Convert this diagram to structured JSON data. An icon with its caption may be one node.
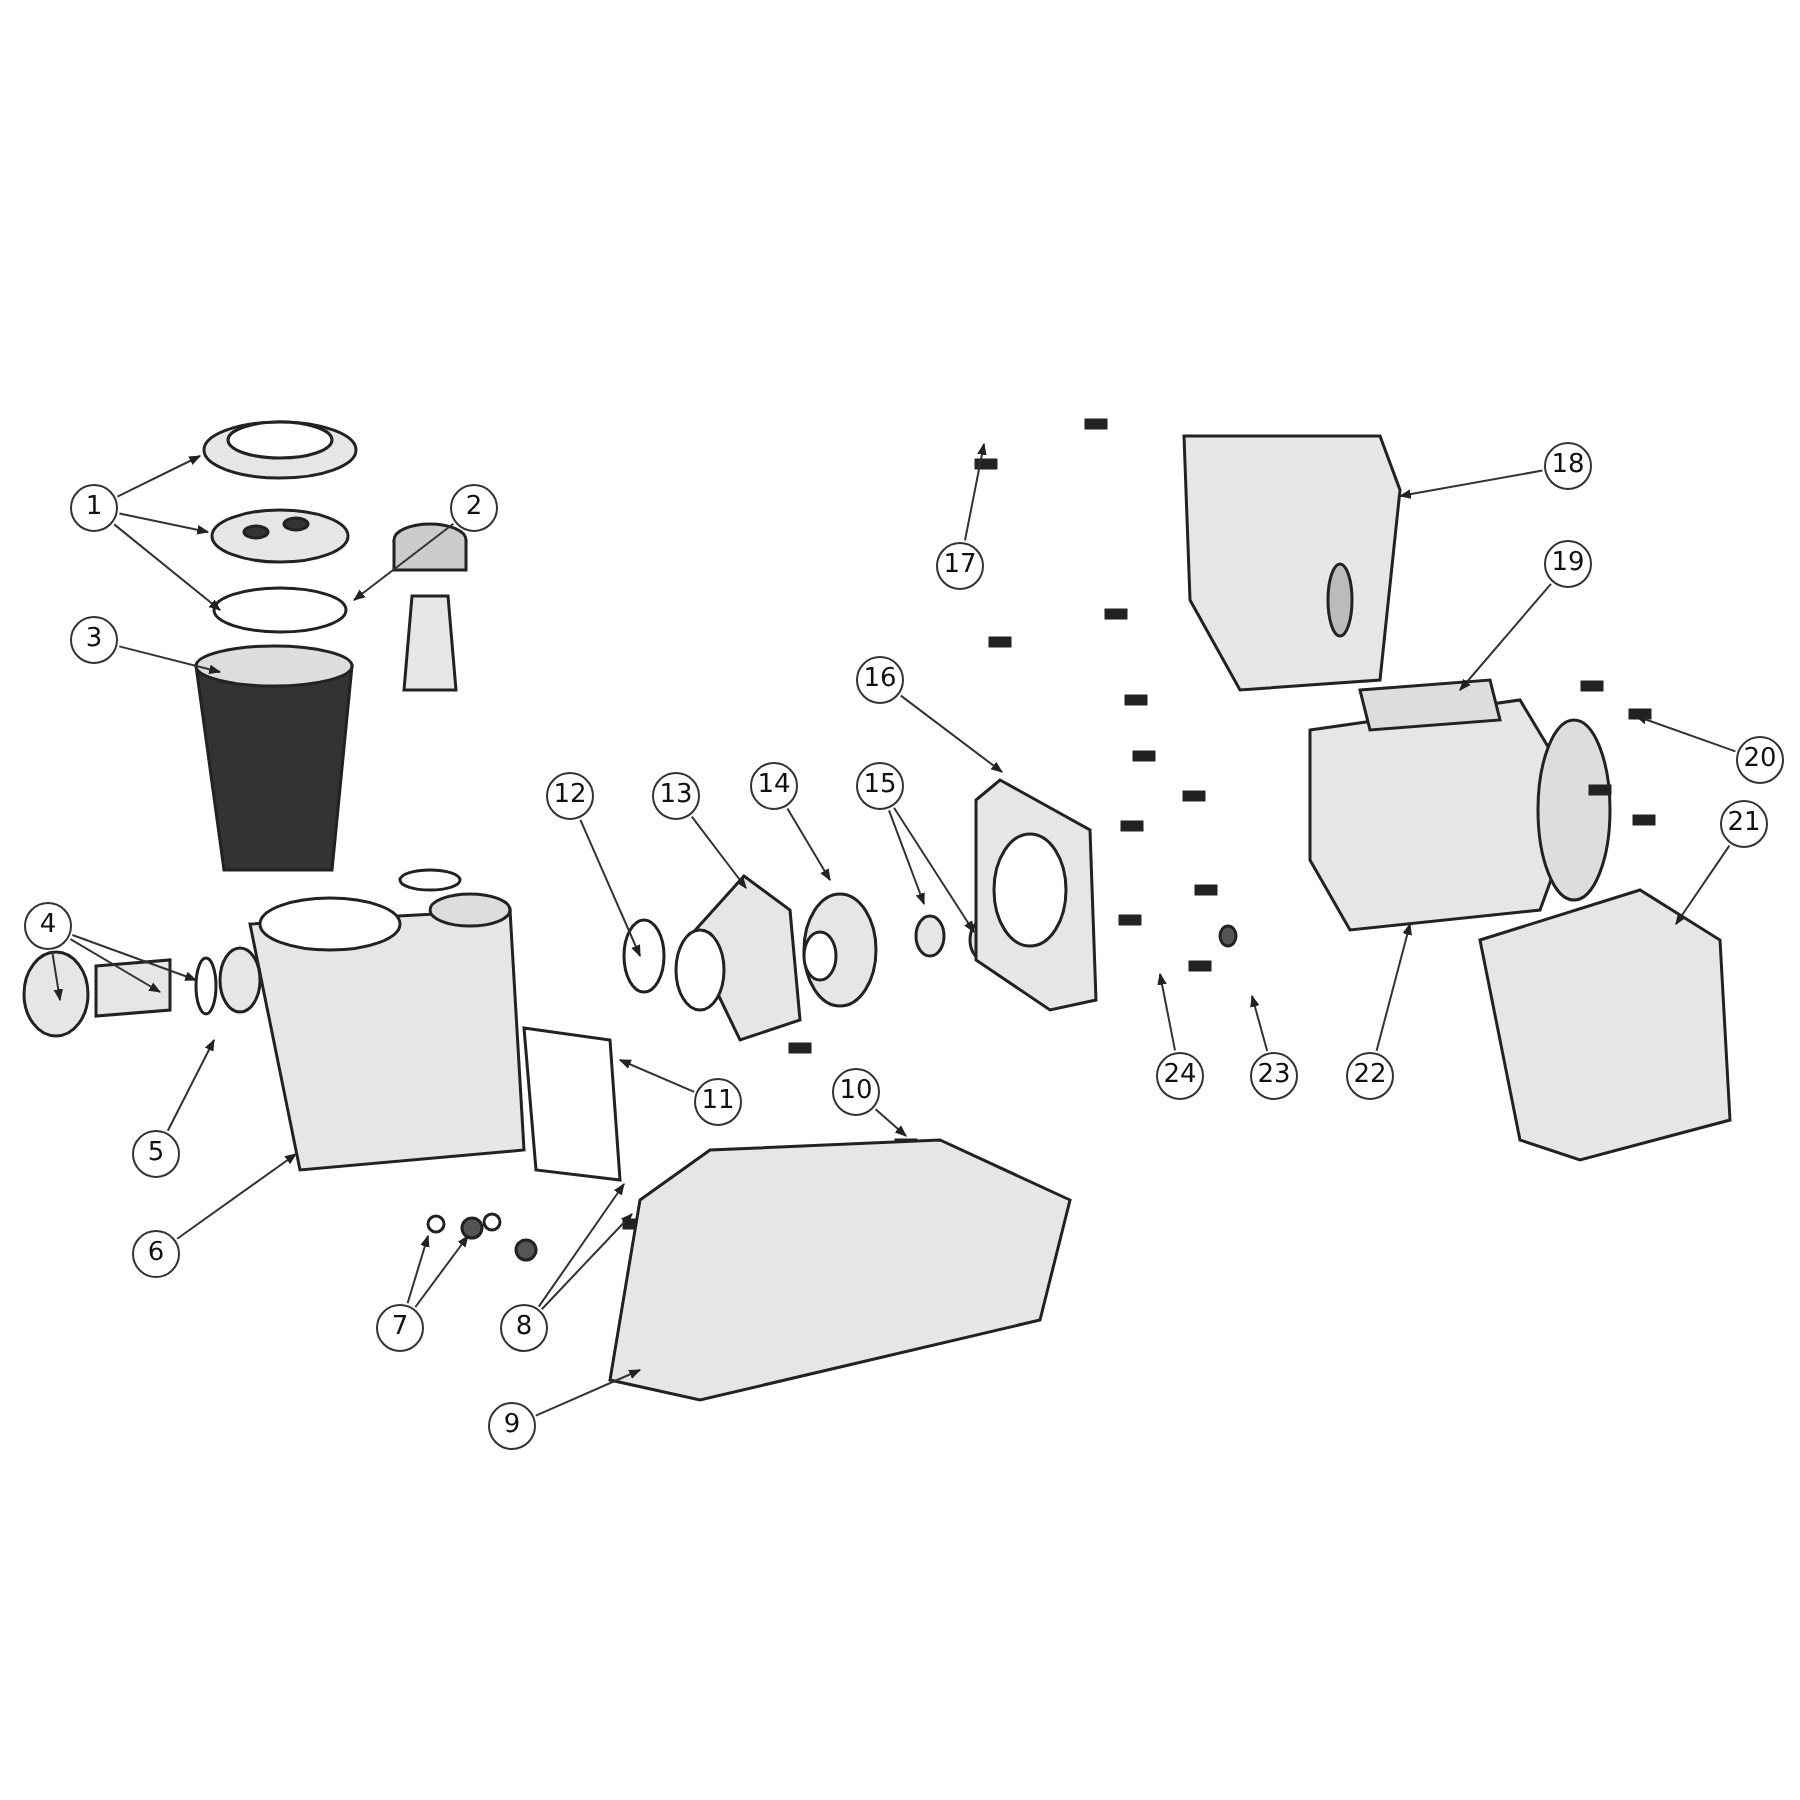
{
  "diagram": {
    "nodes": [
      {
        "text": [
          "1"
        ]
      },
      {
        "text": [
          "2"
        ]
      },
      {
        "text": [
          "3"
        ]
      },
      {
        "text": [
          "4"
        ]
      },
      {
        "text": [
          "5"
        ]
      },
      {
        "text": [
          "6"
        ]
      },
      {
        "text": [
          "7"
        ]
      },
      {
        "text": [
          "8"
        ]
      },
      {
        "text": [
          "9"
        ]
      },
      {
        "text": [
          "10"
        ]
      },
      {
        "text": [
          "11"
        ]
      },
      {
        "text": [
          "12"
        ]
      },
      {
        "text": [
          "13"
        ]
      },
      {
        "text": [
          "14"
        ]
      },
      {
        "text": [
          "15"
        ]
      },
      {
        "text": [
          "16"
        ]
      },
      {
        "text": [
          "17"
        ]
      },
      {
        "text": [
          "18"
        ]
      },
      {
        "text": [
          "19"
        ]
      },
      {
        "text": [
          "20"
        ]
      },
      {
        "text": [
          "21"
        ]
      },
      {
        "text": [
          "22"
        ]
      },
      {
        "text": [
          "23"
        ]
      },
      {
        "text": [
          "24"
        ]
      }
    ],
    "edges": [
      {
        "from": 0,
        "to": null,
        "arrow": "to"
      },
      {
        "from": 0,
        "to": null,
        "arrow": "to"
      },
      {
        "from": 0,
        "to": null,
        "arrow": "to"
      },
      {
        "from": 1,
        "to": null,
        "arrow": "to"
      },
      {
        "from": 2,
        "to": null,
        "arrow": "to"
      },
      {
        "from": 3,
        "to": null,
        "arrow": "to"
      },
      {
        "from": 3,
        "to": null,
        "arrow": "to"
      },
      {
        "from": 3,
        "to": null,
        "arrow": "to"
      },
      {
        "from": 4,
        "to": null,
        "arrow": "to"
      },
      {
        "from": 5,
        "to": null,
        "arrow": "to"
      },
      {
        "from": 6,
        "to": null,
        "arrow": "to"
      },
      {
        "from": 6,
        "to": null,
        "arrow": "to"
      },
      {
        "from": 7,
        "to": null,
        "arrow": "to"
      },
      {
        "from": 7,
        "to": null,
        "arrow": "to"
      },
      {
        "from": 8,
        "to": null,
        "arrow": "to"
      },
      {
        "from": 9,
        "to": null,
        "arrow": "to"
      },
      {
        "from": 10,
        "to": null,
        "arrow": "to"
      },
      {
        "from": 11,
        "to": null,
        "arrow": "to"
      },
      {
        "from": 12,
        "to": null,
        "arrow": "to"
      },
      {
        "from": 13,
        "to": null,
        "arrow": "to"
      },
      {
        "from": 14,
        "to": null,
        "arrow": "to"
      },
      {
        "from": 14,
        "to": null,
        "arrow": "to"
      },
      {
        "from": 15,
        "to": null,
        "arrow": "to"
      },
      {
        "from": 16,
        "to": null,
        "arrow": "to"
      },
      {
        "from": 17,
        "to": null,
        "arrow": "to"
      },
      {
        "from": 18,
        "to": null,
        "arrow": "to"
      },
      {
        "from": 19,
        "to": null,
        "arrow": "to"
      },
      {
        "from": 20,
        "to": null,
        "arrow": "to"
      },
      {
        "from": 21,
        "to": null,
        "arrow": "to"
      },
      {
        "from": 22,
        "to": null,
        "arrow": "to"
      },
      {
        "from": 23,
        "to": null,
        "arrow": "to"
      }
    ]
  }
}
